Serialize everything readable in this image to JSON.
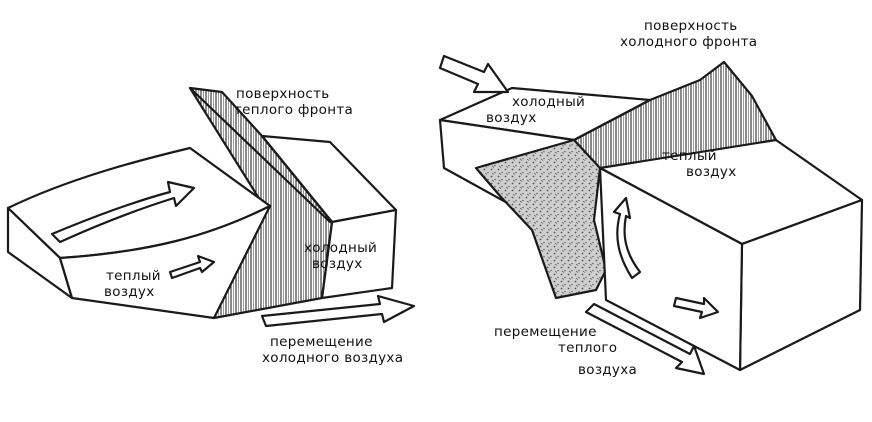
{
  "warm_front": {
    "surface_label_line1": "поверхность",
    "surface_label_line2": "теплого фронта",
    "cold_air_line1": "холодный",
    "cold_air_line2": "воздух",
    "warm_air_line1": "теплый",
    "warm_air_line2": "воздух",
    "movement_line1": "перемещение",
    "movement_line2": "холодного воздуха"
  },
  "cold_front": {
    "surface_label_line1": "поверхность",
    "surface_label_line2": "холодного фронта",
    "cold_air_line1": "холодный",
    "cold_air_line2": "воздух",
    "warm_air_line1": "теплый",
    "warm_air_line2": "воздух",
    "movement_line1": "перемещение",
    "movement_line2": "теплого",
    "movement_line3": "воздуха"
  },
  "colors": {
    "ink": "#1a1a1a",
    "hatch": "#2a2a2a",
    "background": "#ffffff"
  }
}
